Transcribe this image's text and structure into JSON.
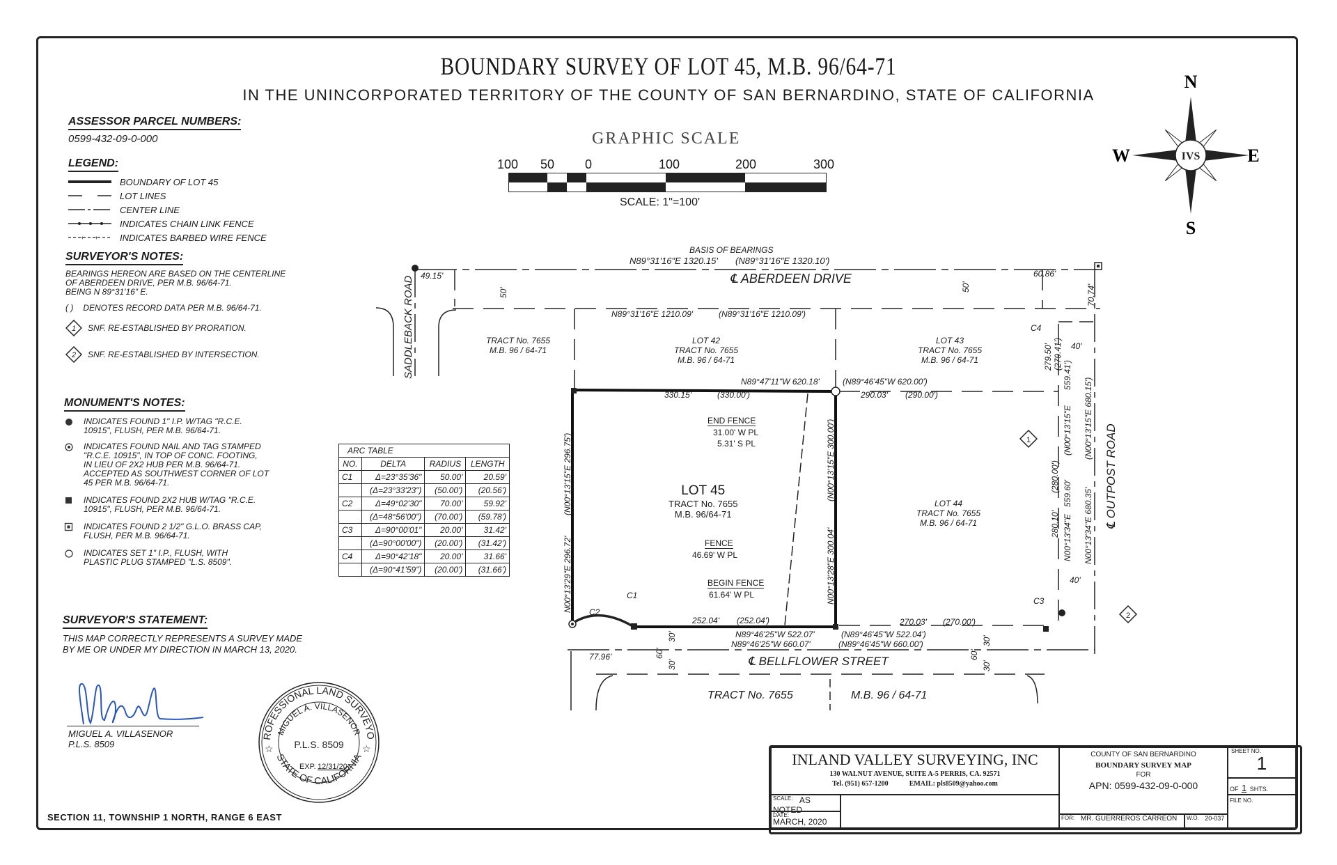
{
  "title": "BOUNDARY SURVEY OF LOT 45, M.B. 96/64-71",
  "subtitle": "IN THE UNINCORPORATED TERRITORY OF THE COUNTY OF SAN BERNARDINO, STATE OF CALIFORNIA",
  "assessor": {
    "header": "ASSESSOR PARCEL NUMBERS:",
    "apn": "0599-432-09-0-000"
  },
  "legend": {
    "header": "LEGEND:",
    "items": [
      {
        "symbol": "thick-line",
        "label": "BOUNDARY OF LOT 45"
      },
      {
        "symbol": "dashed-line",
        "label": "LOT LINES"
      },
      {
        "symbol": "center-line",
        "label": "CENTER LINE"
      },
      {
        "symbol": "chain-link-fence",
        "label": "INDICATES CHAIN LINK FENCE"
      },
      {
        "symbol": "barbed-wire-fence",
        "label": "INDICATES BARBED WIRE FENCE"
      }
    ]
  },
  "surveyor_notes": {
    "header": "SURVEYOR'S NOTES:",
    "basis": [
      "BEARINGS HEREON ARE BASED ON THE CENTERLINE",
      "OF ABERDEEN DRIVE, PER M.B. 96/64-71.",
      "BEING N 89°31'16\" E."
    ],
    "record_symbol": "( )",
    "record": "DENOTES RECORD DATA PER M.B. 96/64-71.",
    "note1_num": "1",
    "note1": "SNF. RE-ESTABLISHED BY PRORATION.",
    "note2_num": "2",
    "note2": "SNF. RE-ESTABLISHED BY INTERSECTION."
  },
  "monument_notes": {
    "header": "MONUMENT'S NOTES:",
    "items": [
      {
        "symbol": "filled-circle",
        "lines": [
          "INDICATES FOUND 1\" I.P. W/TAG \"R.C.E.",
          "10915\", FLUSH, PER M.B. 96/64-71."
        ]
      },
      {
        "symbol": "dotted-circle",
        "lines": [
          "INDICATES FOUND NAIL AND TAG STAMPED",
          "\"R.C.E. 10915\", IN TOP OF CONC. FOOTING,",
          "IN LIEU OF 2X2 HUB PER M.B. 96/64-71.",
          "ACCEPTED AS SOUTHWEST CORNER OF LOT",
          "45 PER M.B. 96/64-71."
        ]
      },
      {
        "symbol": "filled-square",
        "lines": [
          "INDICATES FOUND 2X2 HUB W/TAG \"R.C.E.",
          "10915\", FLUSH, PER M.B. 96/64-71."
        ]
      },
      {
        "symbol": "boxed-square",
        "lines": [
          "INDICATES FOUND 2 1/2\" G.L.O. BRASS CAP,",
          "FLUSH, PER M.B. 96/64-71."
        ]
      },
      {
        "symbol": "open-circle",
        "lines": [
          "INDICATES SET 1\" I.P., FLUSH, WITH",
          "PLASTIC PLUG STAMPED \"L.S. 8509\"."
        ]
      }
    ]
  },
  "statement": {
    "header": "SURVEYOR'S STATEMENT:",
    "lines": [
      "THIS MAP CORRECTLY REPRESENTS A SURVEY MADE",
      "BY ME OR UNDER MY DIRECTION IN MARCH 13, 2020."
    ],
    "signature": "Miguel",
    "name": "MIGUEL A. VILLASENOR",
    "license": "P.L.S. 8509"
  },
  "seal": {
    "top": "PROFESSIONAL LAND SURVEYOR",
    "name": "MIGUEL A. VILLASENOR",
    "license": "P.L.S. 8509",
    "exp_label": "EXP.",
    "exp": "12/31/20",
    "bottom": "STATE OF CALIFORNIA"
  },
  "section": "SECTION 11, TOWNSHIP 1 NORTH, RANGE 6 EAST",
  "graphic_scale": {
    "title": "GRAPHIC SCALE",
    "ticks": [
      "100",
      "50",
      "0",
      "100",
      "200",
      "300"
    ],
    "scale_text": "SCALE: 1\"=100'"
  },
  "compass": {
    "n": "N",
    "s": "S",
    "e": "E",
    "w": "W",
    "center": "IVS"
  },
  "arc_table": {
    "title": "ARC TABLE",
    "headers": [
      "NO.",
      "DELTA",
      "RADIUS",
      "LENGTH"
    ],
    "rows": [
      [
        "C1",
        "Δ=23°35'36\"",
        "50.00'",
        "20.59'"
      ],
      [
        "",
        "(Δ=23°33'23\")",
        "(50.00')",
        "(20.56')"
      ],
      [
        "C2",
        "Δ=49°02'30\"",
        "70.00'",
        "59.92'"
      ],
      [
        "",
        "(Δ=48°56'00\")",
        "(70.00')",
        "(59.78')"
      ],
      [
        "C3",
        "Δ=90°00'01\"",
        "20.00'",
        "31.42'"
      ],
      [
        "",
        "(Δ=90°00'00\")",
        "(20.00')",
        "(31.42')"
      ],
      [
        "C4",
        "Δ=90°42'18\"",
        "20.00'",
        "31.66'"
      ],
      [
        "",
        "(Δ=90°41'59\")",
        "(20.00')",
        "(31.66')"
      ]
    ]
  },
  "map": {
    "basis_label": "BASIS OF BEARINGS",
    "aberdeen_bearing": "N89°31'16\"E  1320.15'",
    "aberdeen_record": "(N89°31'16\"E  1320.10')",
    "aberdeen_name": "℄ ABERDEEN DRIVE",
    "saddleback_name": "SADDLEBACK ROAD",
    "outpost_name": "℄ OUTPOST ROAD",
    "bellflower_name": "℄ BELLFLOWER STREET",
    "dist_4915": "49.15'",
    "dist_50a": "50'",
    "dist_50b": "50'",
    "dist_6086": "60.86'",
    "dist_7074": "70.74'",
    "dist_40a": "40'",
    "dist_40b": "40'",
    "dist_7796": "77.96'",
    "dist_30a": "30'",
    "dist_30b": "30'",
    "dist_60a": "60'",
    "dist_30c": "30'",
    "dist_30d": "30'",
    "dist_60b": "60'",
    "lot42_line": "N89°31'16\"E  1210.09'",
    "lot42_record": "(N89°31'16\"E  1210.09')",
    "north_bearing": "N89°47'11\"W  620.18'",
    "north_dist": "330.15'",
    "north_record": "(330.00')",
    "north_east_record": "(N89°46'45\"W  620.00')",
    "north_east_dist": "290.03'",
    "north_east_record_dist": "(290.00')",
    "west_bearing": "N00°13'29\"E  296.72'",
    "west_record": "(N00°13'15\"E  296.75')",
    "east_bearing": "N00°13'28\"E  300.04'",
    "east_record": "(N00°13'15\"E  300.00')",
    "south_dist": "252.04'",
    "south_record": "(252.04')",
    "south_bearing": "N89°46'25\"W  522.07'",
    "south_record_bearing": "(N89°46'45\"W  522.04')",
    "bell_bearing": "N89°46'25\"W  660.07'",
    "bell_record": "(N89°46'45\"W  660.00')",
    "south_east_dist": "270.03'",
    "south_east_record": "(270.00')",
    "east_lot_a": "279.50'",
    "east_lot_a_rec": "(279.41')",
    "east_lot_559": "559.41')",
    "east_lot_b_bearing": "(N00°13'15\"E",
    "east_lot_b_dist": "280.10'",
    "east_lot_b_rec": "(280.00')",
    "east_lot_b_559": "559.60'",
    "east_lot_b_brg": "N00°13'34\"E",
    "outpost_bearing": "N00°13'34\"E  680.35'",
    "outpost_record": "(N00°13'15\"E  680.15')",
    "lot45": "LOT 45",
    "lot45_tract": "TRACT No. 7655",
    "lot45_mb": "M.B. 96/64-71",
    "lot42": "LOT 42",
    "lot43": "LOT 43",
    "lot44": "LOT 44",
    "tract": "TRACT No. 7655",
    "mb": "M.B. 96 / 64-71",
    "end_fence": "END FENCE",
    "end_fence_1": "31.00' W PL",
    "end_fence_2": "5.31' S PL",
    "fence": "FENCE",
    "fence_1": "46.69' W PL",
    "begin_fence": "BEGIN FENCE",
    "begin_fence_1": "61.64' W PL",
    "c1": "C1",
    "c2": "C2",
    "c3": "C3",
    "c4": "C4",
    "diamond1": "1",
    "diamond2": "2"
  },
  "title_block": {
    "company": "INLAND VALLEY SURVEYING, INC",
    "address": "130 WALNUT AVENUE, SUITE A-5 PERRIS, CA. 92571",
    "tel": "Tel. (951) 657-1200",
    "email": "EMAIL: pls8509@yahoo.com",
    "scale_label": "SCALE:",
    "scale_value": "AS NOTED",
    "date_label": "DATE:",
    "date_value": "MARCH, 2020",
    "county": "COUNTY OF SAN BERNARDINO",
    "map_type": "BOUNDARY SURVEY MAP",
    "for": "FOR",
    "apn": "APN: 0599-432-09-0-000",
    "for_label": "FOR:",
    "client": "MR. GUERREROS CARREON",
    "wo_label": "W.O.",
    "wo_value": "20-037",
    "sheet_label": "SHEET NO.",
    "sheet_no": "1",
    "of_label": "OF",
    "of_value": "1",
    "shts": "SHTS.",
    "file_label": "FILE NO."
  }
}
